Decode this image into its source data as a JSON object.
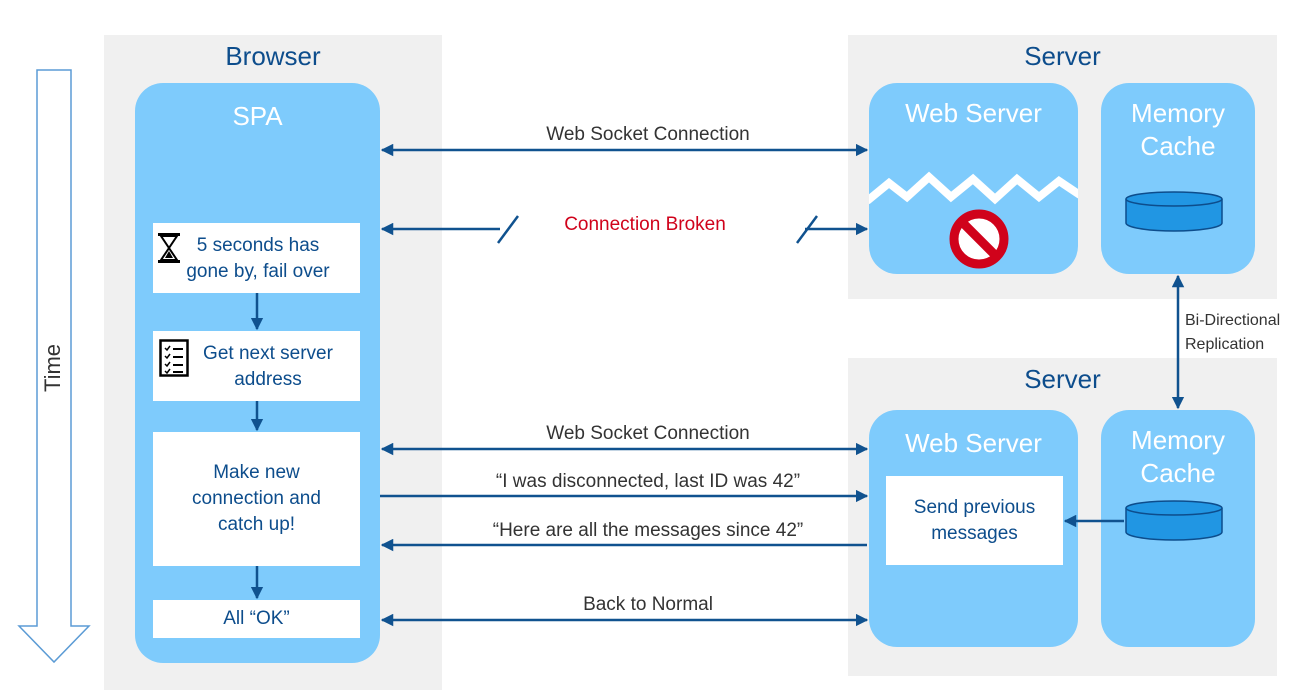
{
  "time_label": "Time",
  "browser": {
    "title": "Browser",
    "spa_title": "SPA",
    "steps": [
      "5 seconds has gone by, fail over",
      "Get next server address",
      "Make new connection and catch up!",
      "All “OK”"
    ]
  },
  "server_top": {
    "title": "Server",
    "web_server": "Web Server",
    "memory_cache": "Memory Cache"
  },
  "server_bottom": {
    "title": "Server",
    "web_server": "Web Server",
    "memory_cache": "Memory Cache",
    "send_box": "Send previous messages"
  },
  "replication_label": "Bi-Directional Replication",
  "connections": {
    "ws1": "Web Socket Connection",
    "broken": "Connection Broken",
    "ws2": "Web Socket Connection",
    "disconnected": "“I was disconnected, last ID was 42”",
    "here_are": "“Here are all the messages since 42”",
    "normal": "Back to Normal"
  },
  "colors": {
    "panel": "#f0f0f0",
    "pill": "#7ecbfc",
    "title_blue": "#0d4d8c",
    "arrow": "#10528f",
    "broken_red": "#d0021b",
    "db_blue": "#2196e3"
  },
  "icons": [
    "hourglass-icon",
    "checklist-icon",
    "no-entry-icon",
    "database-icon"
  ]
}
